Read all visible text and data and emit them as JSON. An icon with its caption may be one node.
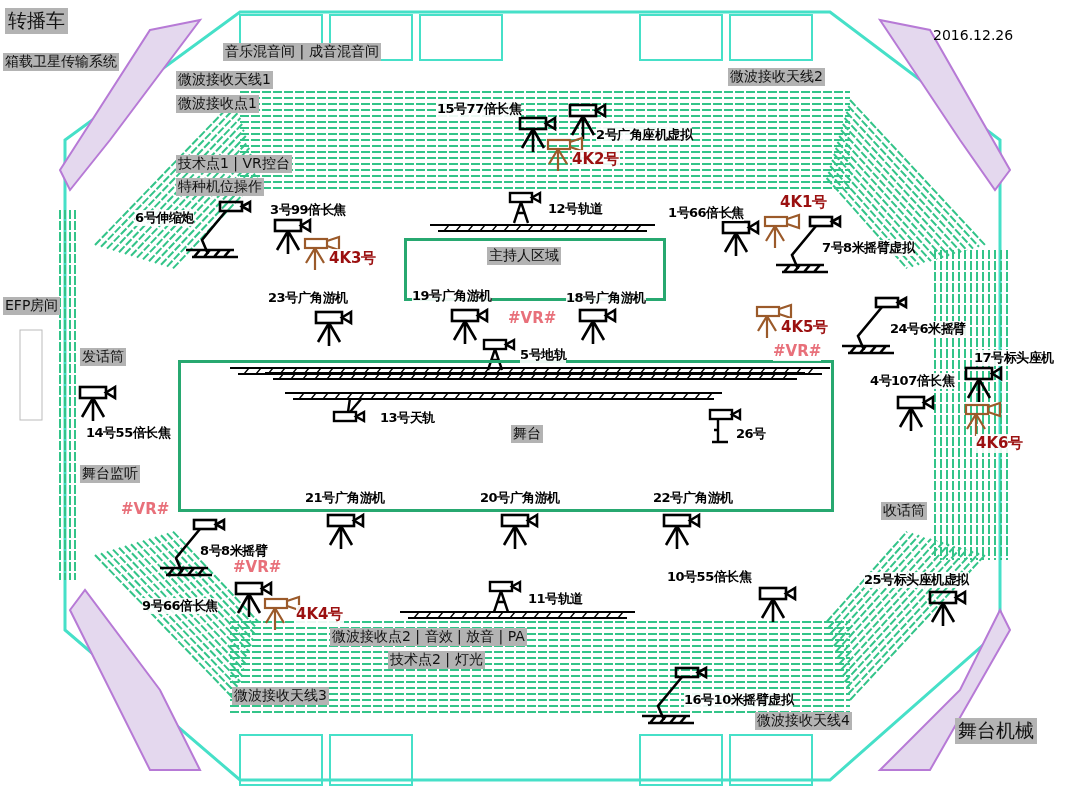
{
  "diagram": {
    "nodes": [
      {
        "text": [
          "舞台"
        ]
      },
      {
        "text": [
          "主持人区域"
        ]
      }
    ],
    "labels": [
      "转播车",
      "箱载卫星传输系统",
      "音乐混音间 | 成音混音间",
      "2016.12.26",
      "微波接收天线1",
      "微波接收天线2",
      "微波接收点1",
      "15号77倍长焦",
      "2号广角座机虚拟",
      "技术点1 | VR控台",
      "4K2号",
      "特种机位操作",
      "6号伸缩炮",
      "3号99倍长焦",
      "12号轨道",
      "1号66倍长焦",
      "4K1号",
      "4K3号",
      "7号8米摇臂虚拟",
      "EFP房间",
      "23号广角游机",
      "19号广角游机",
      "18号广角游机",
      "#VR#",
      "4K5号",
      "24号6米摇臂",
      "发话筒",
      "5号地轨",
      "#VR#",
      "17号标头座机",
      "4号107倍长焦",
      "14号55倍长焦",
      "13号天轨",
      "26号",
      "4K6号",
      "舞台监听",
      "#VR#",
      "21号广角游机",
      "20号广角游机",
      "22号广角游机",
      "收话筒",
      "8号8米摇臂",
      "#VR#",
      "10号55倍长焦",
      "25号标头座机虚拟",
      "9号66倍长焦",
      "4K4号",
      "11号轨道",
      "微波接收点2 | 音效 | 放音 | PA",
      "技术点2 | 灯光",
      "微波接收天线3",
      "16号10米摇臂虚拟",
      "微波接收天线4",
      "舞台机械"
    ]
  }
}
